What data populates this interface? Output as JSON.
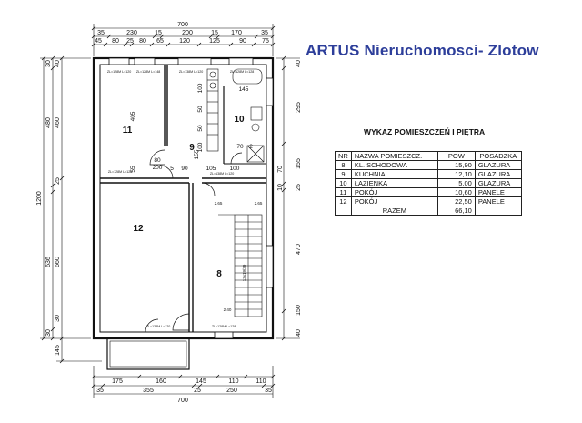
{
  "brand": {
    "title": "ARTUS Nieruchomosci- Zlotow",
    "color": "#2d3e9a"
  },
  "table": {
    "title": "WYKAZ POMIESZCZEŃ I PIĘTRA",
    "headers": [
      "NR",
      "NAZWA POMIESZCZ.",
      "POW",
      "POSADZKA"
    ],
    "rows": [
      [
        "8",
        "KL. SCHODOWA",
        "15,90",
        "GLAZURA"
      ],
      [
        "9",
        "KUCHNIA",
        "12,10",
        "GLAZURA"
      ],
      [
        "10",
        "ŁAZIENKA",
        "5,00",
        "GLAZURA"
      ],
      [
        "11",
        "POKÓJ",
        "10,60",
        "PANELE"
      ],
      [
        "12",
        "POKÓJ",
        "22,50",
        "PANELE"
      ]
    ],
    "total_label": "RAZEM",
    "total_value": "66,10"
  },
  "plan": {
    "rooms": {
      "r11": "11",
      "r9": "9",
      "r10": "10",
      "r12": "12",
      "r8": "8"
    },
    "top_dims": {
      "total": "700",
      "row1": [
        "35",
        "230",
        "15",
        "200",
        "15",
        "170",
        "35"
      ],
      "row2": [
        "45",
        "80",
        "25",
        "80",
        "65",
        "120",
        "125",
        "90",
        "75"
      ]
    },
    "bottom_dims": {
      "row1": [
        "175",
        "160",
        "145",
        "110",
        "110"
      ],
      "row2": [
        "35",
        "355",
        "25",
        "250",
        "35"
      ],
      "total": "700"
    },
    "left_dims": {
      "total": "1200",
      "col1": [
        "40",
        "460",
        "25",
        "660",
        "30",
        "145"
      ],
      "col2": [
        "30",
        "480",
        "636",
        "30"
      ]
    },
    "right_dims": {
      "col": [
        "40",
        "295",
        "155",
        "25",
        "470",
        "150",
        "40"
      ],
      "col_inner": [
        "70",
        "10"
      ]
    },
    "inner_labels": {
      "d405": "405",
      "d55": "55",
      "d80": "80",
      "d200": "200",
      "d5": "5",
      "d90": "90",
      "d105": "105",
      "d100a": "100",
      "d155": "155",
      "d145": "145",
      "d50a": "50",
      "d50b": "50",
      "d100b": "100",
      "d100c": "100",
      "d70": "70",
      "d2": "2"
    },
    "notes": {
      "n1": "ZL=128M L=120",
      "n2": "ZL=128M L=148",
      "n3": "ZL=138M L=120",
      "n4": "ZL=128M L=128",
      "n5": "ZL=128M L=128",
      "n6": "ZL=138M L=120",
      "n7": "ZL=138M L=120",
      "n8": "ZL=128M L=128",
      "h205": "2.65",
      "h240": "2.40",
      "h265b": "2.65",
      "stairs": "13x19/30"
    }
  }
}
